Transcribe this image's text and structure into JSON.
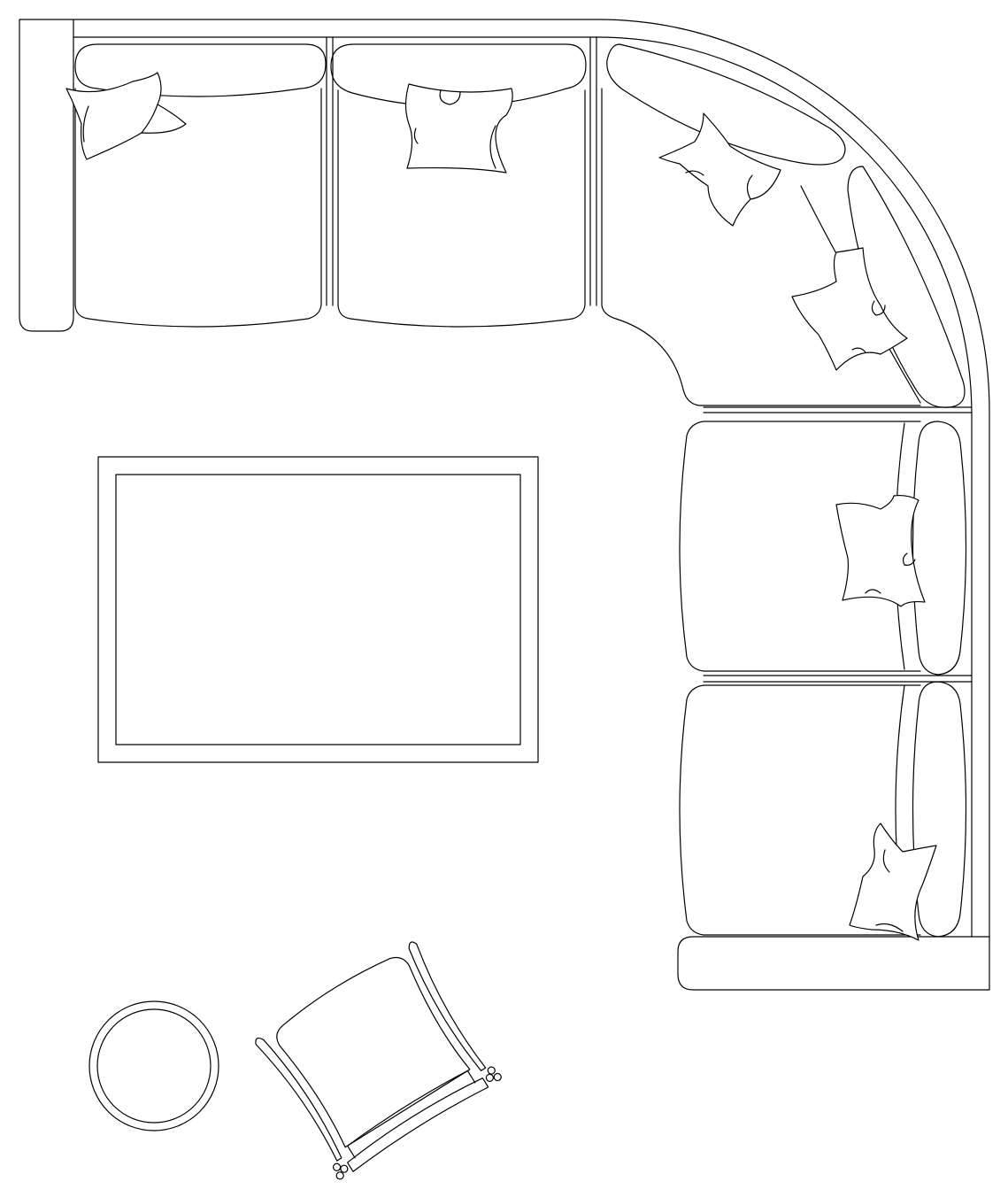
{
  "drawing": {
    "type": "furniture-floor-plan",
    "style": "black line art on white",
    "objects": [
      "sectional-sofa",
      "throw-pillows",
      "rectangular-rug",
      "round-side-table",
      "lounge-chair"
    ],
    "sofa": {
      "seat_count": 5,
      "pillow_count": 6
    },
    "colors": {
      "line": "#000000",
      "background": "#ffffff"
    }
  }
}
